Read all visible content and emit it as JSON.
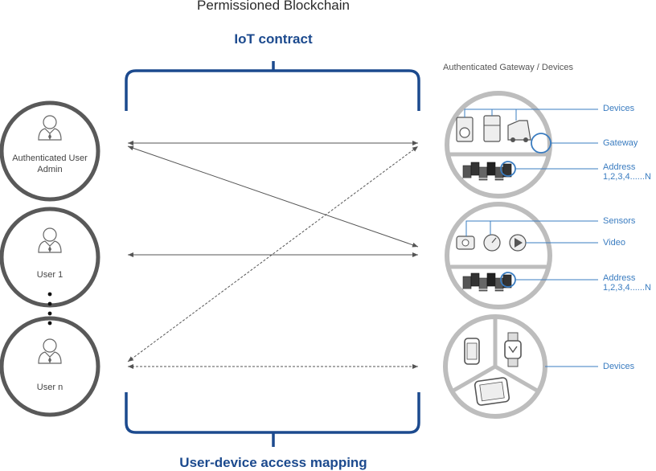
{
  "title": "Permissioned Blockchain",
  "top_label": "IoT contract",
  "bottom_label": "User-device access mapping",
  "gateway_header": "Authenticated Gateway / Devices",
  "users": {
    "admin_line1": "Authenticated User",
    "admin_line2": "Admin",
    "user1": "User 1",
    "usern": "User n"
  },
  "annotations": {
    "devices_top": "Devices",
    "gateway": "Gateway",
    "address1_line1": "Address",
    "address1_line2": "1,2,3,4......N",
    "sensors": "Sensors",
    "video": "Video",
    "address2_line1": "Address",
    "address2_line2": "1,2,3,4......N",
    "devices_bottom": "Devices"
  },
  "colors": {
    "bracket": "#1c4a8e",
    "user_ring": "#595959",
    "device_ring": "#bdbdbd",
    "annotation": "#3a7cc0",
    "arrow": "#555555"
  }
}
